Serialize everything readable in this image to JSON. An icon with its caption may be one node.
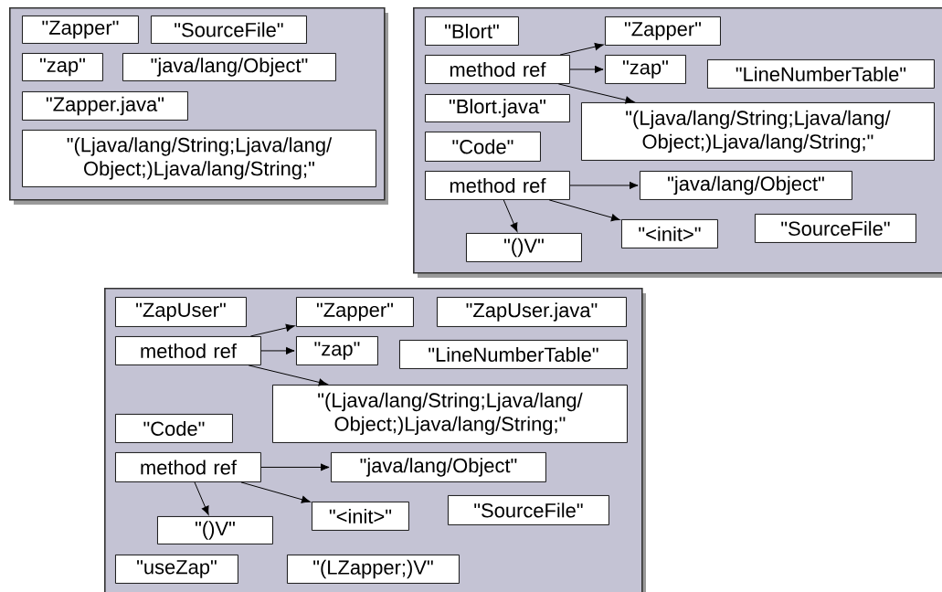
{
  "diagram": {
    "nodes": [
      {
        "text": [],
        "shape": "box"
      },
      {
        "text": [
          "\"Zapper\""
        ],
        "in": 0
      },
      {
        "text": [
          "\"SourceFile\""
        ],
        "in": 0
      },
      {
        "text": [
          "\"zap\""
        ],
        "in": 0
      },
      {
        "text": [
          "\"java/lang/Object\""
        ],
        "in": 0
      },
      {
        "text": [
          "\"Zapper.java\""
        ],
        "in": 0
      },
      {
        "text": [
          "\"(Ljava/lang/String;Ljava/lang/ Object;)Ljava/lang/String;\""
        ],
        "in": 0
      },
      {
        "text": [],
        "shape": "box"
      },
      {
        "text": [
          "\"Blort\""
        ],
        "in": 7
      },
      {
        "text": [
          "method ref"
        ],
        "in": 7
      },
      {
        "text": [
          "\"Zapper\""
        ],
        "in": 7
      },
      {
        "text": [
          "\"zap\""
        ],
        "in": 7
      },
      {
        "text": [
          "\"LineNumberTable\""
        ],
        "in": 7
      },
      {
        "text": [
          "\"Blort.java\""
        ],
        "in": 7
      },
      {
        "text": [
          "\"(Ljava/lang/String;Ljava/lang/ Object;)Ljava/lang/String;\""
        ],
        "in": 7
      },
      {
        "text": [
          "\"Code\""
        ],
        "in": 7
      },
      {
        "text": [
          "method ref"
        ],
        "in": 7
      },
      {
        "text": [
          "\"java/lang/Object\""
        ],
        "in": 7
      },
      {
        "text": [
          "\"()V\""
        ],
        "in": 7
      },
      {
        "text": [
          "\"<init>\""
        ],
        "in": 7
      },
      {
        "text": [
          "\"SourceFile\""
        ],
        "in": 7
      },
      {
        "text": [],
        "shape": "box"
      },
      {
        "text": [
          "\"ZapUser\""
        ],
        "in": 21
      },
      {
        "text": [
          "\"Zapper\""
        ],
        "in": 21
      },
      {
        "text": [
          "\"ZapUser.java\""
        ],
        "in": 21
      },
      {
        "text": [
          "method ref"
        ],
        "in": 21
      },
      {
        "text": [
          "\"zap\""
        ],
        "in": 21
      },
      {
        "text": [
          "\"LineNumberTable\""
        ],
        "in": 21
      },
      {
        "text": [
          "\"(Ljava/lang/String;Ljava/lang/ Object;)Ljava/lang/String;\""
        ],
        "in": 21
      },
      {
        "text": [
          "\"Code\""
        ],
        "in": 21
      },
      {
        "text": [
          "method ref"
        ],
        "in": 21
      },
      {
        "text": [
          "\"java/lang/Object\""
        ],
        "in": 21
      },
      {
        "text": [
          "\"()V\""
        ],
        "in": 21
      },
      {
        "text": [
          "\"<init>\""
        ],
        "in": 21
      },
      {
        "text": [
          "\"SourceFile\""
        ],
        "in": 21
      },
      {
        "text": [
          "\"useZap\""
        ],
        "in": 21
      },
      {
        "text": [
          "\"(LZapper;)V\""
        ],
        "in": 21
      }
    ],
    "edges": [
      {
        "from": 9,
        "to": 10,
        "arrow": "to"
      },
      {
        "from": 9,
        "to": 11,
        "arrow": "to"
      },
      {
        "from": 9,
        "to": 14,
        "arrow": "to"
      },
      {
        "from": 16,
        "to": 17,
        "arrow": "to"
      },
      {
        "from": 16,
        "to": 18,
        "arrow": "to"
      },
      {
        "from": 16,
        "to": 19,
        "arrow": "to"
      },
      {
        "from": 25,
        "to": 23,
        "arrow": "to"
      },
      {
        "from": 25,
        "to": 26,
        "arrow": "to"
      },
      {
        "from": 25,
        "to": 28,
        "arrow": "to"
      },
      {
        "from": 30,
        "to": 31,
        "arrow": "to"
      },
      {
        "from": 30,
        "to": 32,
        "arrow": "to"
      },
      {
        "from": 30,
        "to": 33,
        "arrow": "to"
      }
    ]
  }
}
